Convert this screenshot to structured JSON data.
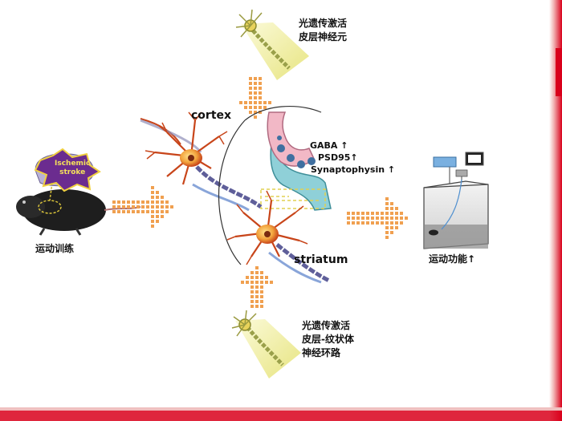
{
  "labels": {
    "top_optogenetic": "光遗传激活\n皮层神经元",
    "bottom_optogenetic": "光遗传激活\n皮层-纹状体\n神经环路",
    "cortex": "cortex",
    "striatum": "striatum",
    "ischemic_stroke": "Ischemic\nstroke",
    "motor_training": "运动训练",
    "motor_function": "运动功能↑"
  },
  "markers": [
    {
      "name": "GABA",
      "text": "GABA ↑"
    },
    {
      "name": "PSD95",
      "text": "PSD95↑"
    },
    {
      "name": "Synaptophysin",
      "text": "Synaptophysin ↑"
    }
  ],
  "colors": {
    "arrow": "#f0a050",
    "neuron": "#c8451a",
    "accent_red": "#d9001b",
    "beam": "#f5f3a0"
  }
}
